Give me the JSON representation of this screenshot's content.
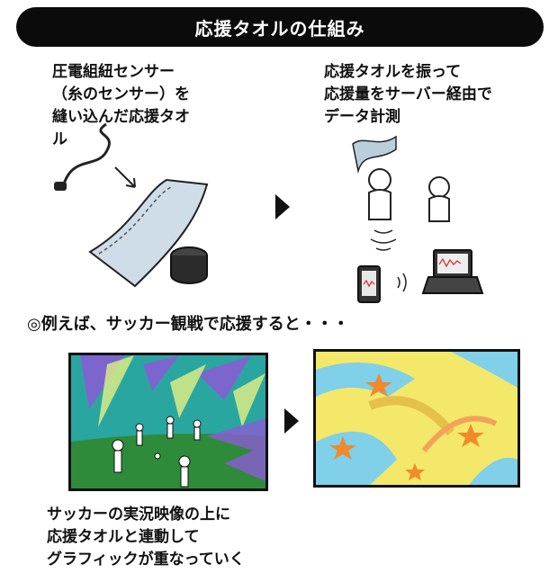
{
  "title": "応援タオルの仕組み",
  "step1_text": "圧電組紐センサー\n（糸のセンサー）を\n縫い込んだ応援タオ\nル",
  "step2_text": "応援タオルを振って\n応援量をサーバー経由で\nデータ計測",
  "example_heading": "◎例えば、サッカー観戦で応援すると・・・",
  "caption": "サッカーの実況映像の上に\n応援タオルと連動して\nグラフィックが重なっていく",
  "colors": {
    "title_bg": "#0b0b0b",
    "towel": "#cfdde8",
    "field": "#2e8b3a",
    "sky": "#2aa6a0",
    "burst": "#f3e86a",
    "star": "#f08a2a"
  }
}
